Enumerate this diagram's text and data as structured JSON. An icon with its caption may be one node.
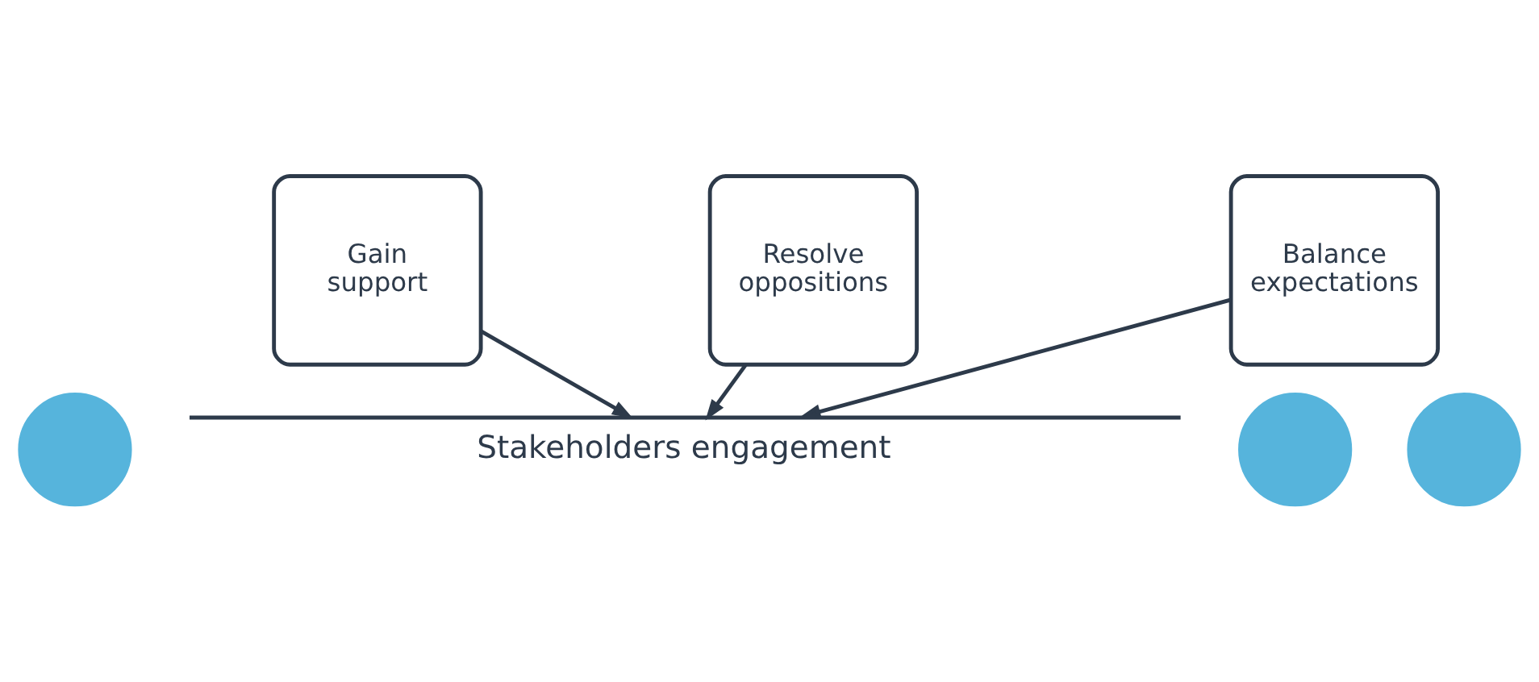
{
  "diagram": {
    "nodes": [
      {
        "text": [
          "Gain support"
        ]
      },
      {
        "text": [
          "Resolve oppositions"
        ]
      },
      {
        "text": [
          "Balance expectations"
        ]
      },
      {
        "text": [],
        "shape": "circle"
      },
      {
        "text": [],
        "shape": "circle"
      },
      {
        "text": [],
        "shape": "circle"
      },
      {
        "text": [
          "Stakeholders engagement"
        ]
      }
    ],
    "edges": [
      {
        "from": 0,
        "to": 6,
        "arrow": "to"
      },
      {
        "from": 1,
        "to": 6,
        "arrow": "to"
      },
      {
        "from": 2,
        "to": 6,
        "arrow": "to"
      }
    ]
  }
}
